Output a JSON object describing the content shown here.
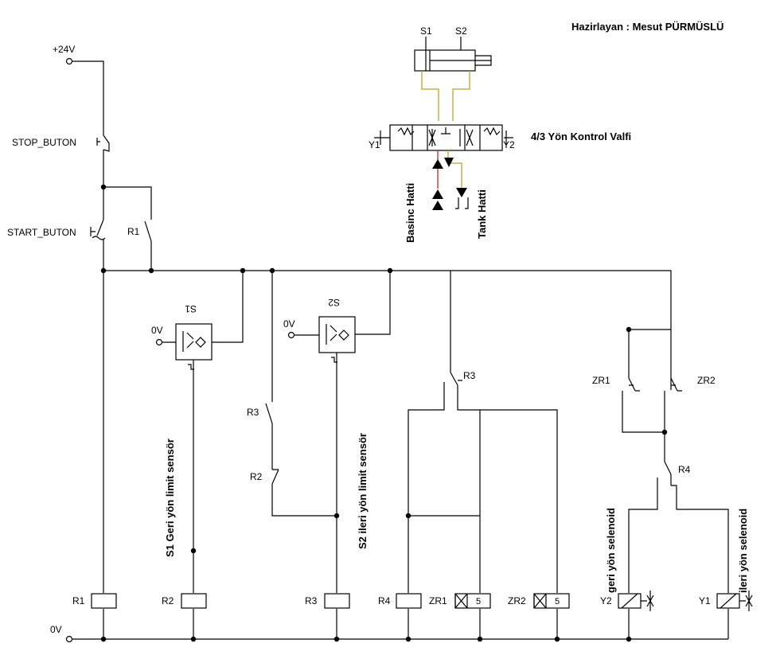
{
  "author": "Hazirlayan : Mesut PÜRMÜSLÜ",
  "supply": {
    "positive": "+24V",
    "ground": "0V"
  },
  "buttons": {
    "stop": "STOP_BUTON",
    "start": "START_BUTON"
  },
  "valve": {
    "title": "4/3 Yön Kontrol Valfi",
    "cylinder_sensors": [
      "S1",
      "S2"
    ],
    "solenoids": [
      "Y1",
      "Y2"
    ],
    "pressure_line": "Basinc Hatti",
    "tank_line": "Tank Hatti"
  },
  "sensors": {
    "s1": {
      "tag": "S1",
      "ref": "0V",
      "desc": "S1 Geri yön limit sensör"
    },
    "s2": {
      "tag": "S2",
      "ref": "0V",
      "desc": "S2 ileri yön limit sensör"
    }
  },
  "contacts": {
    "r1": "R1",
    "r2": "R2",
    "r3a": "R3",
    "r3b": "R3",
    "r4": "R4",
    "zr1": "ZR1",
    "zr2": "ZR2"
  },
  "coils": {
    "r1": "R1",
    "r2": "R2",
    "r3": "R3",
    "r4": "R4",
    "zr1": "ZR1",
    "zr2": "ZR2",
    "y2": "Y2",
    "y1": "Y1",
    "timer_value": "5"
  },
  "solenoid_labels": {
    "back": "geri yön selenoid",
    "forward": "ileri yön selenoid"
  }
}
